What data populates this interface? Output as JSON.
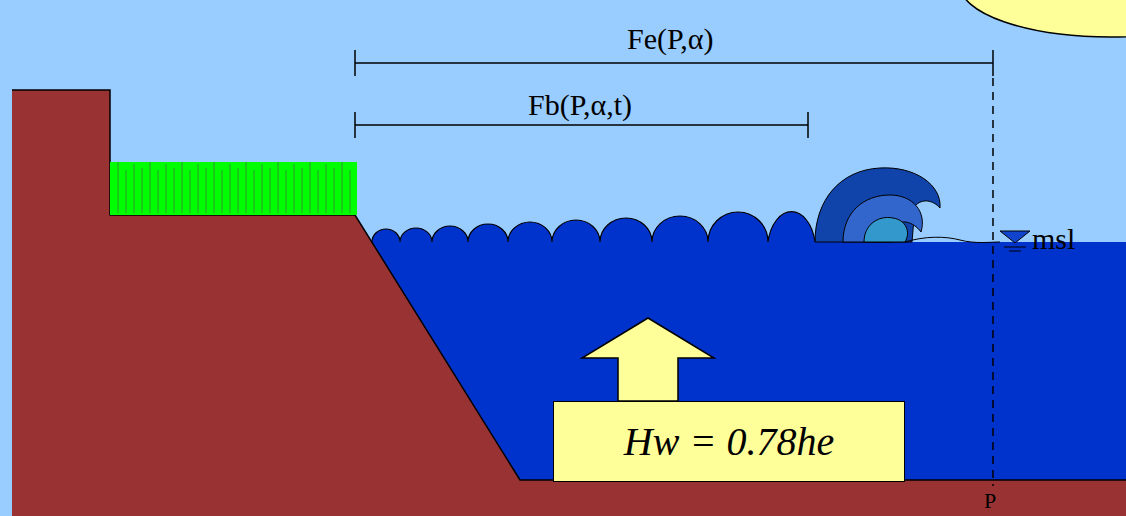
{
  "diagram": {
    "nodes": [
      {
        "text": [
          "Hw = 0.78he"
        ]
      }
    ],
    "labels": [
      "Fe(P,α)",
      "Fb(P,α,t)",
      "msl",
      "P"
    ]
  }
}
